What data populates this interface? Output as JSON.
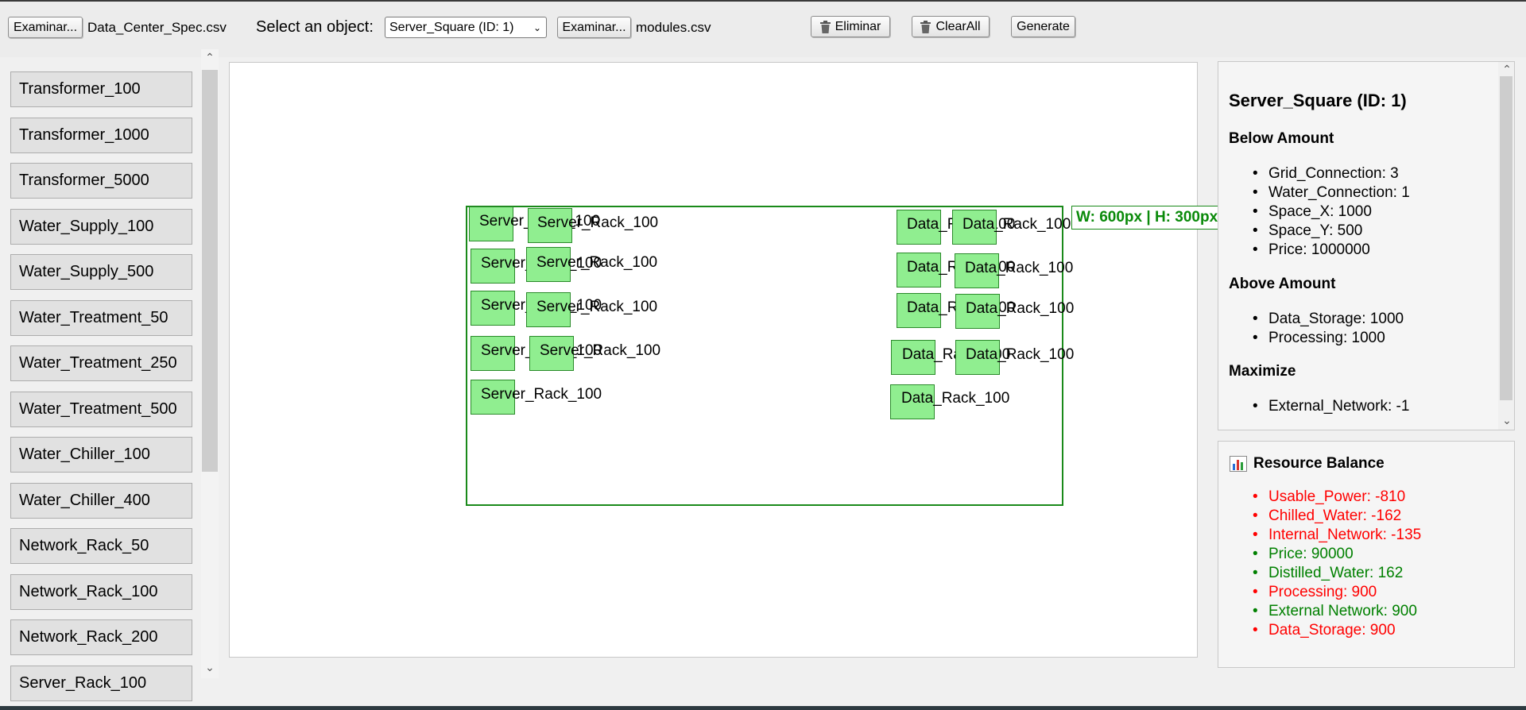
{
  "toolbar": {
    "browse1_label": "Examinar...",
    "file1": "Data_Center_Spec.csv",
    "select_label": "Select an object:",
    "select_value": "Server_Square (ID: 1)",
    "browse2_label": "Examinar...",
    "file2": "modules.csv",
    "delete_label": "Eliminar",
    "clear_label": "ClearAll",
    "generate_label": "Generate"
  },
  "sidebar": {
    "items": [
      {
        "label": "Transformer_100"
      },
      {
        "label": "Transformer_1000"
      },
      {
        "label": "Transformer_5000"
      },
      {
        "label": "Water_Supply_100"
      },
      {
        "label": "Water_Supply_500"
      },
      {
        "label": "Water_Treatment_50"
      },
      {
        "label": "Water_Treatment_250"
      },
      {
        "label": "Water_Treatment_500"
      },
      {
        "label": "Water_Chiller_100"
      },
      {
        "label": "Water_Chiller_400"
      },
      {
        "label": "Network_Rack_50"
      },
      {
        "label": "Network_Rack_100"
      },
      {
        "label": "Network_Rack_200"
      },
      {
        "label": "Server_Rack_100"
      }
    ]
  },
  "canvas": {
    "size_label": "W: 600px | H: 300px",
    "server_label": "Server_Rack_100",
    "data_label": "Data_Rack_100"
  },
  "details": {
    "title": "Server_Square (ID: 1)",
    "below_heading": "Below Amount",
    "below": [
      "Grid_Connection: 3",
      "Water_Connection: 1",
      "Space_X: 1000",
      "Space_Y: 500",
      "Price: 1000000"
    ],
    "above_heading": "Above Amount",
    "above": [
      "Data_Storage: 1000",
      "Processing: 1000"
    ],
    "maximize_heading": "Maximize",
    "maximize": [
      "External_Network: -1"
    ]
  },
  "balance": {
    "title": "Resource Balance",
    "icon": "bar-chart-icon",
    "items": [
      {
        "text": "Usable_Power: -810",
        "color": "#ff0000"
      },
      {
        "text": "Chilled_Water: -162",
        "color": "#ff0000"
      },
      {
        "text": "Internal_Network: -135",
        "color": "#ff0000"
      },
      {
        "text": "Price: 90000",
        "color": "#008000"
      },
      {
        "text": "Distilled_Water: 162",
        "color": "#008000"
      },
      {
        "text": "Processing: 900",
        "color": "#ff0000"
      },
      {
        "text": "External Network: 900",
        "color": "#008000"
      },
      {
        "text": "Data_Storage: 900",
        "color": "#ff0000"
      }
    ]
  }
}
